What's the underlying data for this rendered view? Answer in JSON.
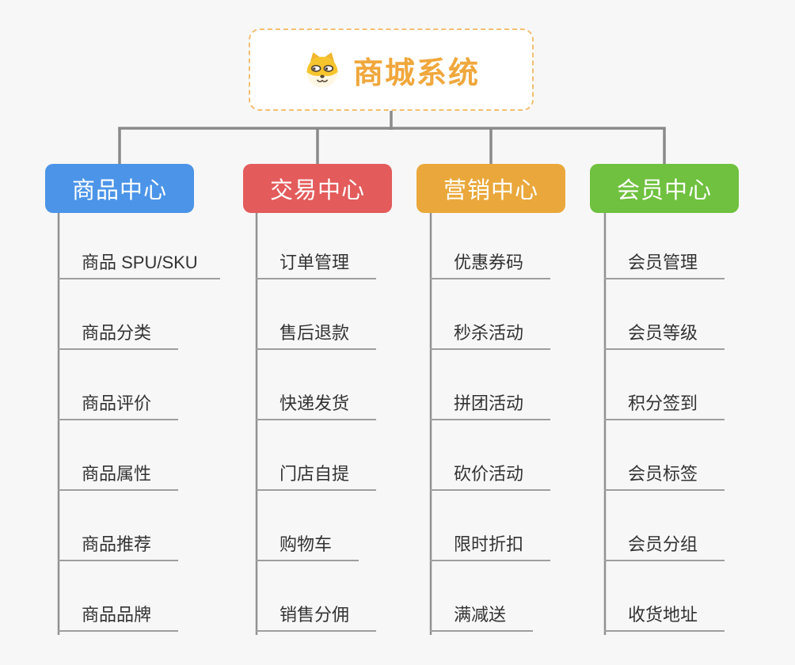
{
  "page": {
    "background": "#F7F7F7",
    "connector_color": "#8A8A8A",
    "underline_color": "#9E9E9E"
  },
  "root": {
    "title": "商城系统",
    "icon": "dog-face-icon",
    "title_color": "#F0A73C",
    "border_color": "#F2BE72"
  },
  "branches": [
    {
      "label": "商品中心",
      "color": "#4B94E8",
      "items": [
        "商品 SPU/SKU",
        "商品分类",
        "商品评价",
        "商品属性",
        "商品推荐",
        "商品品牌"
      ]
    },
    {
      "label": "交易中心",
      "color": "#E35B5B",
      "items": [
        "订单管理",
        "售后退款",
        "快递发货",
        "门店自提",
        "购物车",
        "销售分佣"
      ]
    },
    {
      "label": "营销中心",
      "color": "#EAA83C",
      "items": [
        "优惠券码",
        "秒杀活动",
        "拼团活动",
        "砍价活动",
        "限时折扣",
        "满减送"
      ]
    },
    {
      "label": "会员中心",
      "color": "#6FC13F",
      "items": [
        "会员管理",
        "会员等级",
        "积分签到",
        "会员标签",
        "会员分组",
        "收货地址"
      ]
    }
  ]
}
